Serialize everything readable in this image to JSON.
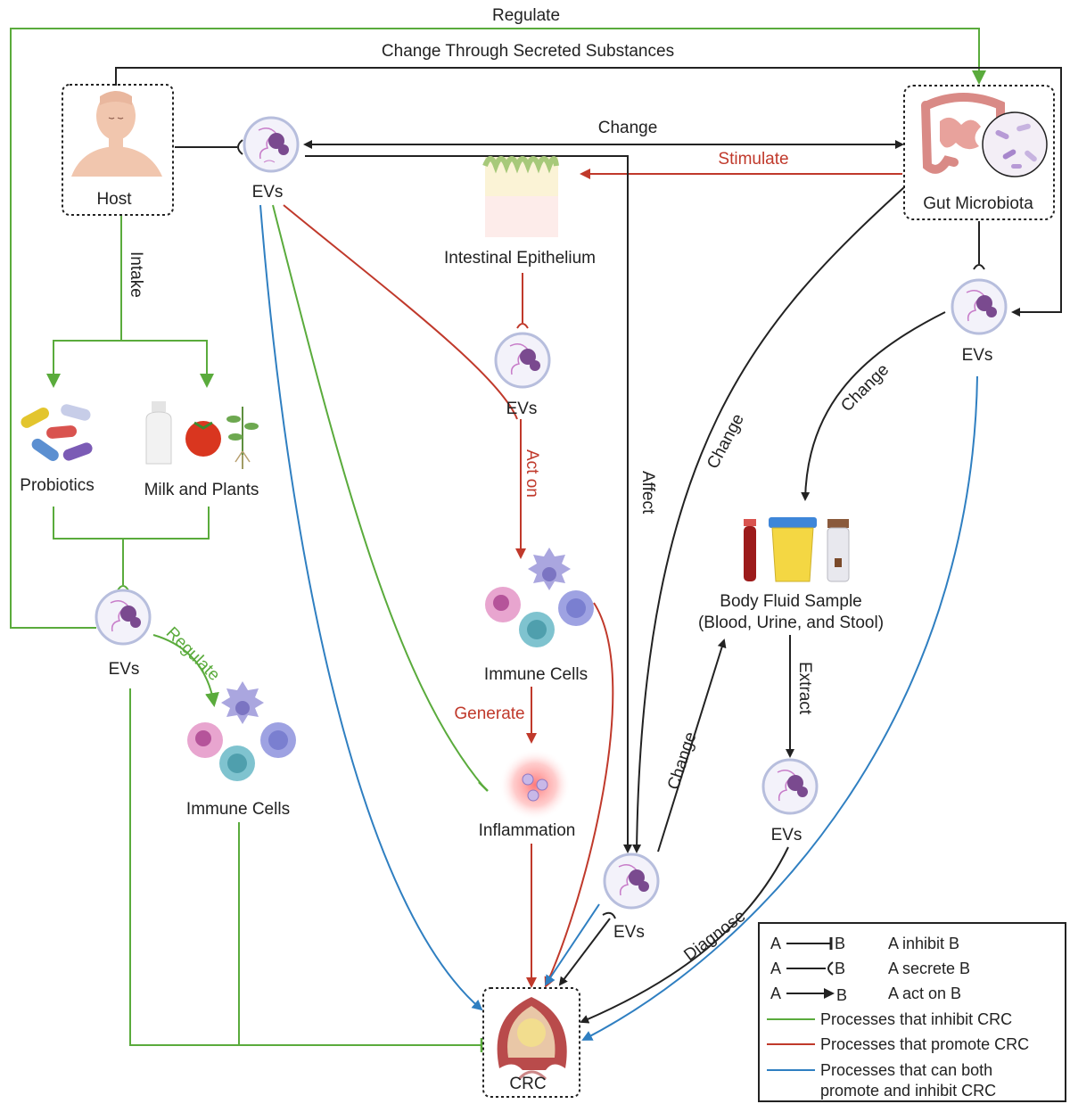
{
  "labels": {
    "regulate_top": "Regulate",
    "change_secreted": "Change Through Secreted Substances",
    "host": "Host",
    "gut_microbiota": "Gut Microbiota",
    "evs": "EVs",
    "change_top": "Change",
    "stimulate": "Stimulate",
    "intestinal_epithelium": "Intestinal Epithelium",
    "intake": "Intake",
    "probiotics": "Probiotics",
    "milk_plants": "Milk and Plants",
    "act_on": "Act on",
    "affect": "Affect",
    "change_diag1": "Change",
    "change_diag2": "Change",
    "change_diag3": "Change",
    "body_fluid_1": "Body Fluid Sample",
    "body_fluid_2": "(Blood, Urine, and Stool)",
    "extract": "Extract",
    "immune_cells": "Immune Cells",
    "regulate_green": "Regulate",
    "generate": "Generate",
    "inflammation": "Inflammation",
    "diagnose": "Diagnose",
    "crc": "CRC"
  },
  "legend": {
    "a": "A",
    "b": "B",
    "inhibit": "A inhibit B",
    "secrete": "A secrete B",
    "act_on": "A act on B",
    "green_text": "Processes that inhibit CRC",
    "red_text": "Processes that promote CRC",
    "blue_text_1": "Processes that can both",
    "blue_text_2": "promote and inhibit CRC"
  },
  "colors": {
    "black": "#222222",
    "green": "#5aab3c",
    "red": "#c0392b",
    "blue": "#2f7fc1"
  }
}
